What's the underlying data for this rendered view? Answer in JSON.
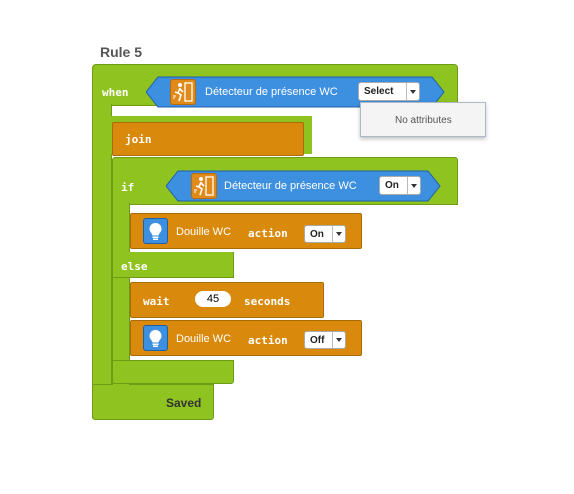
{
  "rule": {
    "title": "Rule 5"
  },
  "when_block": {
    "keyword": "when",
    "sensor_label": "Détecteur de présence WC",
    "dropdown_value": "Select",
    "menu_items": [
      "No attributes"
    ]
  },
  "join_block": {
    "keyword": "join"
  },
  "if_block": {
    "keyword": "if",
    "sensor_label": "Détecteur de présence WC",
    "dropdown_value": "On"
  },
  "then_action": {
    "device_label": "Douille WC",
    "keyword": "action",
    "dropdown_value": "On"
  },
  "else_block": {
    "keyword": "else"
  },
  "wait_block": {
    "keyword": "wait",
    "value": "45",
    "unit": "seconds"
  },
  "else_action": {
    "device_label": "Douille WC",
    "keyword": "action",
    "dropdown_value": "Off"
  },
  "status": {
    "label": "Saved"
  },
  "colors": {
    "green": "#8fc31f",
    "orange": "#d9890b",
    "blue": "#3d8fe0"
  }
}
